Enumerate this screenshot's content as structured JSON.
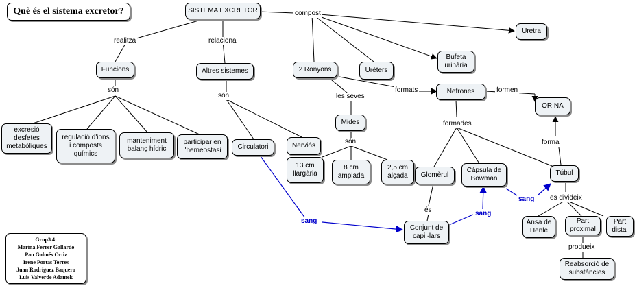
{
  "title": "Què és el sistema excretor?",
  "credits": {
    "group": "Grup3.4:",
    "members": [
      "Marina Ferrer Gallardo",
      "Pau Galmés Ortiz",
      "Irene Portas Torres",
      "Juan Rodríguez Baquero",
      "Luis Valverde Adamek"
    ]
  },
  "nodes": {
    "sistema_excretor": "SISTEMA EXCRETOR",
    "funcions": "Funcions",
    "altres_sistemes": "Altres sistemes",
    "dos_ronyons": "2 Ronyons",
    "ureters": "Urèters",
    "bufeta": "Bufeta\nurinària",
    "uretra": "Uretra",
    "nefrones": "Nefrones",
    "orina": "ORINA",
    "excrecio": "excresió\ndesfetes\nmetabòliques",
    "regulacio": "regulació d'ions\ni composts\nquímics",
    "manteniment": "manteniment\nbalanç hídric",
    "hemeostasi": "participar en\nl'hemeostasi",
    "circulatori": "Circulatori",
    "nervios": "Nerviós",
    "mides": "Mides",
    "llargaria": "13 cm\nllargària",
    "amplada": "8 cm\namplada",
    "alcada": "2,5 cm\nalçada",
    "glomerul": "Glomèrul",
    "capsula": "Càpsula de\nBowman",
    "tubul": "Túbul",
    "conjunt": "Conjunt de\ncapil·lars",
    "ansa": "Ansa de\nHenle",
    "part_proximal": "Part\nproximal",
    "part_distal": "Part\ndistal",
    "reabsorcio": "Reabsorció de\nsubstàncies"
  },
  "links": {
    "compost": "compost",
    "realitza": "realitza",
    "relaciona": "relaciona",
    "son_funcions": "són",
    "son_sistemes": "són",
    "les_seves": "les seves",
    "formats": "formats",
    "formen": "formen",
    "son_mides": "són",
    "formades": "formades",
    "forma": "forma",
    "es": "és",
    "es_divideix": "es divideix",
    "produeix": "produeix",
    "sang_1": "sang",
    "sang_2": "sang",
    "sang_3": "sang"
  },
  "colors": {
    "node_fill": "#eef2f5",
    "line": "#000000",
    "blood_line": "#0000cc"
  }
}
